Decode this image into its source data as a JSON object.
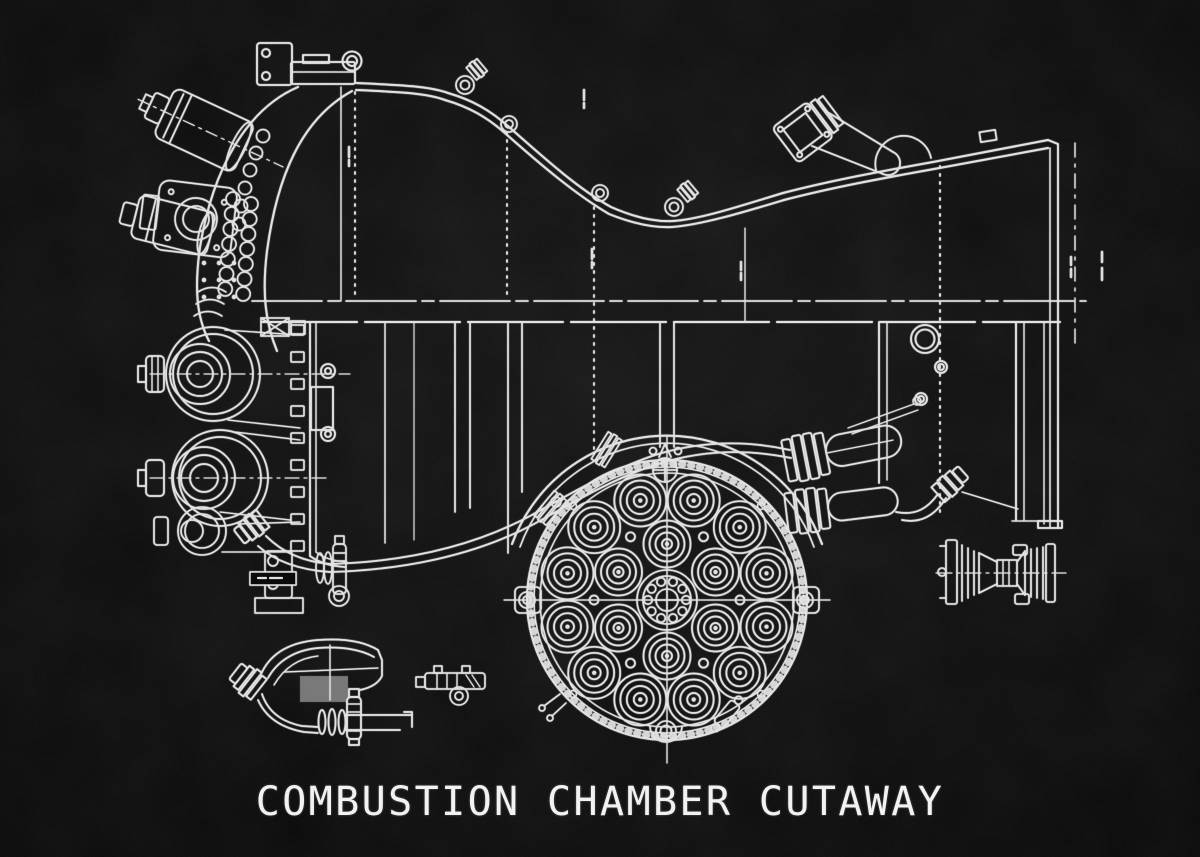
{
  "poster": {
    "title": "COMBUSTION CHAMBER CUTAWAY"
  },
  "colors": {
    "background": "#070707",
    "line": "#e9e9e9",
    "title": "#f2f2f2"
  },
  "injector_plate": {
    "outer_ring_count": 12,
    "inner_ring_count": 6,
    "spacer_dot_count": 6,
    "hub_ball_count": 10
  },
  "dome": {
    "band_bolt_count": 6,
    "ball_chain_columns": 2,
    "balls_per_column": 7
  },
  "flange": {
    "tab_count": 9
  }
}
